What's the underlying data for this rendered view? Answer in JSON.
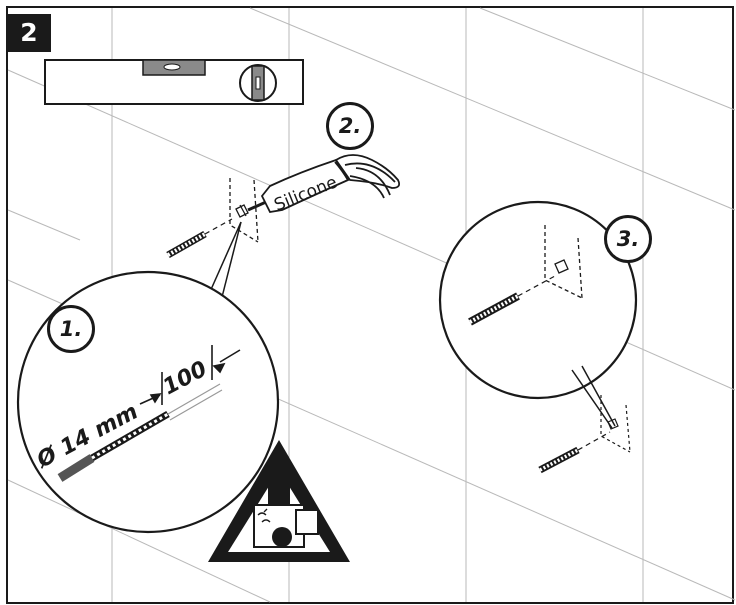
{
  "step_number": "2",
  "callouts": {
    "drill": "1.",
    "silicone": "2.",
    "insert": "3."
  },
  "tube_label": "Silicone",
  "drill_diameter": "Ø 14 mm",
  "drill_depth": "100",
  "colors": {
    "ink": "#1a1a1a",
    "grid_line": "#b9b9b9",
    "level_bubble": "#8a8a8a",
    "background": "#ffffff"
  },
  "icons": [
    "spirit-level-icon",
    "drill-bit-icon",
    "wall-plug-icon",
    "silicone-tube-icon",
    "warning-triangle-icon"
  ]
}
